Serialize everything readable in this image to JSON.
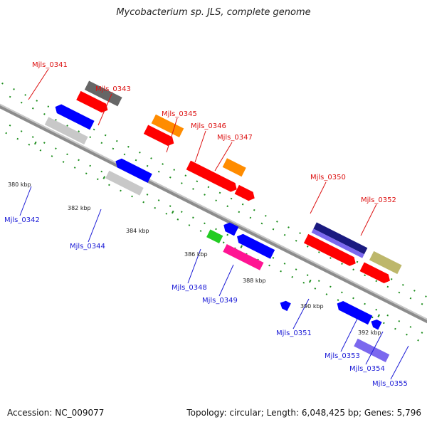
{
  "title": "Mycobacterium sp. JLS, complete genome",
  "footer": {
    "accession": "Accession: NC_009077",
    "stats": "Topology: circular; Length: 6,048,425 bp; Genes: 5,796"
  },
  "ruler": {
    "labels": [
      "380 kbp",
      "382 kbp",
      "384 kbp",
      "386 kbp",
      "388 kbp",
      "390 kbp",
      "392 kbp"
    ]
  },
  "genes_top": [
    {
      "label": "Mjls_0341",
      "color": "#666666"
    },
    {
      "label": "Mjls_0343",
      "color": "#ff8c00"
    },
    {
      "label": "Mjls_0345",
      "color": "#ff0000"
    },
    {
      "label": "Mjls_0346",
      "color": "#ff8c00"
    },
    {
      "label": "Mjls_0347",
      "color": "#ff0000"
    },
    {
      "label": "Mjls_0350",
      "color": "#1a1a80"
    },
    {
      "label": "Mjls_0352",
      "color": "#bdb76b"
    }
  ],
  "genes_bottom": [
    {
      "label": "Mjls_0342",
      "color": "#c8c8c8"
    },
    {
      "label": "Mjls_0344",
      "color": "#c8c8c8"
    },
    {
      "label": "Mjls_0348",
      "color": "#22cc22"
    },
    {
      "label": "Mjls_0349",
      "color": "#ff1493"
    },
    {
      "label": "Mjls_0351",
      "color": "#0000ff"
    },
    {
      "label": "Mjls_0353",
      "color": "#0000ff"
    },
    {
      "label": "Mjls_0354",
      "color": "#0000ff"
    },
    {
      "label": "Mjls_0355",
      "color": "#7b68ee"
    }
  ],
  "colors": {
    "backbone": "#8c8c8c",
    "dots": "#1a8c1a",
    "forward_strand": "#ff0000",
    "reverse_strand": "#0000ff"
  }
}
